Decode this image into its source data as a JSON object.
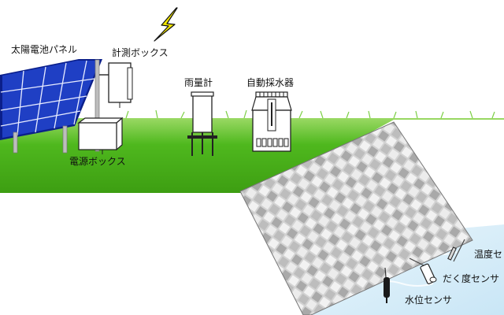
{
  "labels": {
    "solar_panel": "太陽電池パネル",
    "measurement_box": "計測ボックス",
    "power_box": "電源ボックス",
    "rain_gauge": "雨量計",
    "auto_sampler": "自動採水器",
    "temperature_sensor": "温度セ",
    "turbidity_sensor": "だく度センサ",
    "water_level_sensor": "水位センサ"
  },
  "icons": {
    "lightning": "lightning-bolt-icon"
  },
  "colors": {
    "grass": "#4fb81e",
    "grass_light": "#8fd35a",
    "panel_blue": "#1f3fc4",
    "panel_frame": "#0b1f8a",
    "water": "#d6ecf8",
    "wall_light": "#e6e6e6",
    "wall_dark": "#9a9a9a",
    "lightning": "#f2e600"
  }
}
